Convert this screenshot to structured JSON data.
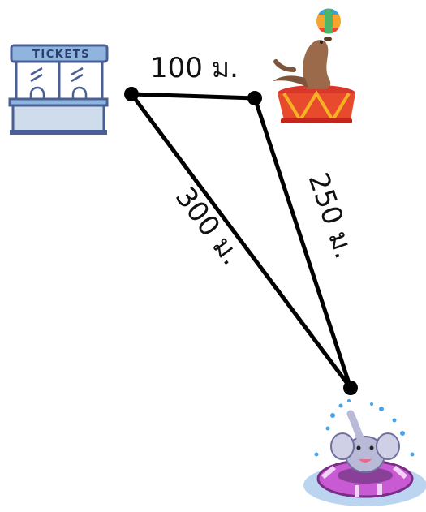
{
  "ticket_booth": {
    "sign_text": "TICKETS",
    "icon": "ticket-booth-icon"
  },
  "seal_show": {
    "icon": "circus-seal-icon"
  },
  "elephant_pool": {
    "icon": "elephant-swim-ring-icon"
  },
  "distances": {
    "booth_to_seal": "100 ม.",
    "seal_to_elephant": "250 ม.",
    "booth_to_elephant": "300 ม."
  },
  "colors": {
    "line": "#000000",
    "booth_frame": "#4a5f96",
    "booth_sign": "#8fb5de",
    "seal_body": "#9a6a4a",
    "seal_stand": "#e84a2e",
    "seal_stand_trim": "#f5b324",
    "ball": "#f4a52c",
    "swim_ring": "#c85ad3",
    "elephant": "#b9b9d8"
  }
}
